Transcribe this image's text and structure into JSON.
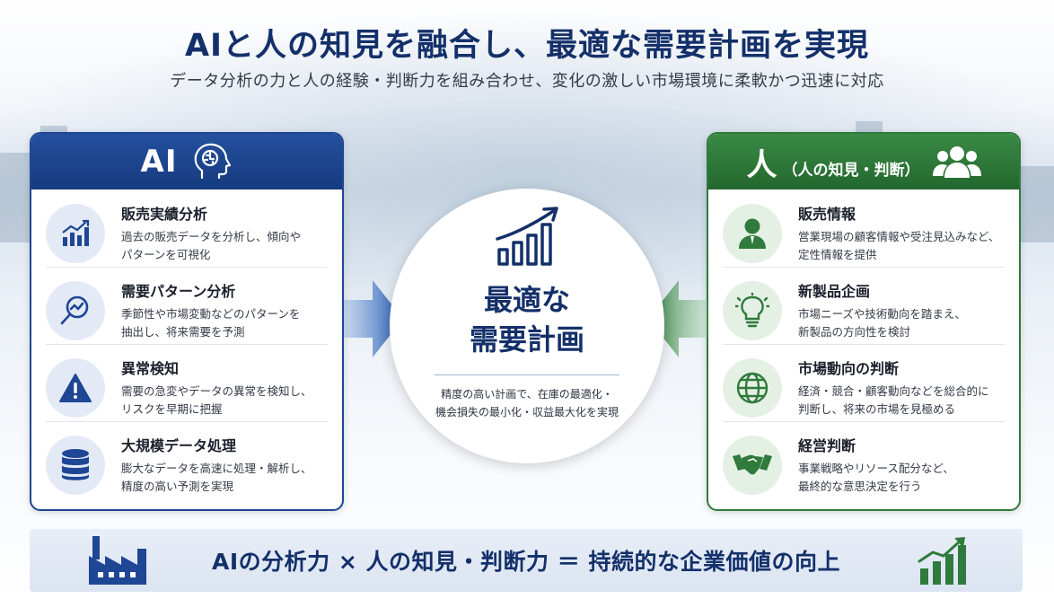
{
  "header": {
    "title": "AIと人の知見を融合し、最適な需要計画を実現",
    "subtitle": "データ分析の力と人の経験・判断力を組み合わせ、変化の激しい市場環境に柔軟かつ迅速に対応"
  },
  "ai_panel": {
    "label": "AI",
    "icon": "ai-brain-head-icon",
    "items": [
      {
        "icon": "bar-chart-icon",
        "title": "販売実績分析",
        "desc_line1": "過去の販売データを分析し、傾向や",
        "desc_line2": "パターンを可視化"
      },
      {
        "icon": "magnifier-trend-icon",
        "title": "需要パターン分析",
        "desc_line1": "季節性や市場変動などのパターンを",
        "desc_line2": "抽出し、将来需要を予測"
      },
      {
        "icon": "warning-icon",
        "title": "異常検知",
        "desc_line1": "需要の急変やデータの異常を検知し、",
        "desc_line2": "リスクを早期に把握"
      },
      {
        "icon": "database-icon",
        "title": "大規模データ処理",
        "desc_line1": "膨大なデータを高速に処理・解析し、",
        "desc_line2": "精度の高い予測を実現"
      }
    ]
  },
  "human_panel": {
    "label": "人",
    "sublabel": "（人の知見・判断）",
    "icon": "people-group-icon",
    "items": [
      {
        "icon": "person-icon",
        "title": "販売情報",
        "desc_line1": "営業現場の顧客情報や受注見込みなど、",
        "desc_line2": "定性情報を提供"
      },
      {
        "icon": "lightbulb-icon",
        "title": "新製品企画",
        "desc_line1": "市場ニーズや技術動向を踏まえ、",
        "desc_line2": "新製品の方向性を検討"
      },
      {
        "icon": "globe-icon",
        "title": "市場動向の判断",
        "desc_line1": "経済・競合・顧客動向などを総合的に",
        "desc_line2": "判断し、将来の市場を見極める"
      },
      {
        "icon": "handshake-icon",
        "title": "経営判断",
        "desc_line1": "事業戦略やリソース配分など、",
        "desc_line2": "最終的な意思決定を行う"
      }
    ]
  },
  "center": {
    "title_line1": "最適な",
    "title_line2": "需要計画",
    "desc_line1": "精度の高い計画で、在庫の最適化・",
    "desc_line2": "機会損失の最小化・収益最大化を実現",
    "icon": "growth-chart-icon"
  },
  "banner": {
    "text": "AIの分析力 × 人の知見・判断力 ＝ 持続的な企業価値の向上",
    "left_icon": "factory-icon",
    "right_icon": "growth-bars-icon"
  },
  "colors": {
    "navy": "#14306a",
    "ai_blue": "#1e4694",
    "human_green": "#2f7a3c"
  }
}
